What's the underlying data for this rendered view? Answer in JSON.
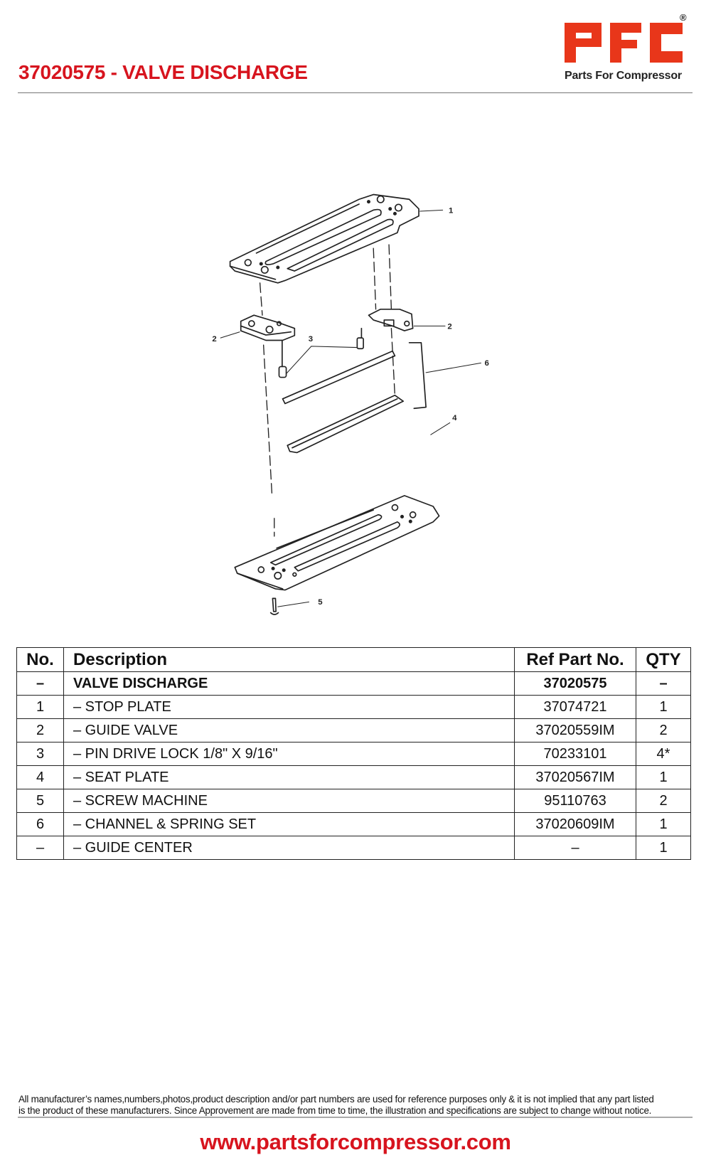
{
  "header": {
    "title": "37020575 - VALVE DISCHARGE",
    "logo_letters": "PFC",
    "logo_tagline": "Parts For Compressor",
    "registered_mark": "®"
  },
  "diagram": {
    "callouts": [
      "1",
      "2",
      "2",
      "3",
      "4",
      "5",
      "6"
    ]
  },
  "table": {
    "headers": [
      "No.",
      "Description",
      "Ref Part No.",
      "QTY"
    ],
    "rows": [
      {
        "no": "–",
        "description": "VALVE DISCHARGE",
        "ref": "37020575",
        "qty": "–"
      },
      {
        "no": "1",
        "description": "– STOP PLATE",
        "ref": "37074721",
        "qty": "1"
      },
      {
        "no": "2",
        "description": "– GUIDE VALVE",
        "ref": "37020559IM",
        "qty": "2"
      },
      {
        "no": "3",
        "description": "– PIN DRIVE LOCK 1/8\" X 9/16\"",
        "ref": "70233101",
        "qty": "4*"
      },
      {
        "no": "4",
        "description": "– SEAT PLATE",
        "ref": "37020567IM",
        "qty": "1"
      },
      {
        "no": "5",
        "description": "– SCREW MACHINE",
        "ref": "95110763",
        "qty": "2"
      },
      {
        "no": "6",
        "description": "– CHANNEL & SPRING SET",
        "ref": "37020609IM",
        "qty": "1"
      },
      {
        "no": "–",
        "description": "– GUIDE CENTER",
        "ref": "–",
        "qty": "1"
      }
    ]
  },
  "footer": {
    "disclaimer_line1": "All manufacturer’s names,numbers,photos,product description and/or part numbers are used for reference purposes only & it is not implied that any part listed",
    "disclaimer_line2": "is the product of these manufacturers.  Since Approvement are made from time to time,  the illustration and specifications are subject to change without notice.",
    "website": "www.partsforcompressor.com"
  },
  "colors": {
    "brand_red": "#d7141e",
    "logo_red": "#e8361a"
  }
}
